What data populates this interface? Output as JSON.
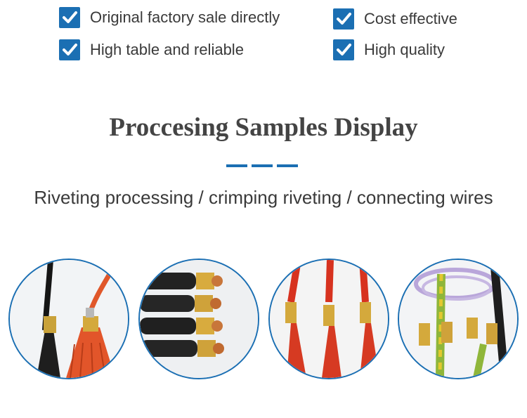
{
  "features": [
    {
      "label": "Original factory sale directly",
      "icon": "checkmark-icon"
    },
    {
      "label": "Cost effective",
      "icon": "checkmark-icon"
    },
    {
      "label": "High table and reliable",
      "icon": "checkmark-icon"
    },
    {
      "label": "High quality",
      "icon": "checkmark-icon"
    }
  ],
  "section": {
    "title": "Proccesing Samples Display",
    "subtitle": "Riveting processing / crimping riveting / connecting wires"
  },
  "colors": {
    "accent": "#1b6fb3",
    "text": "#3a3a3a"
  }
}
